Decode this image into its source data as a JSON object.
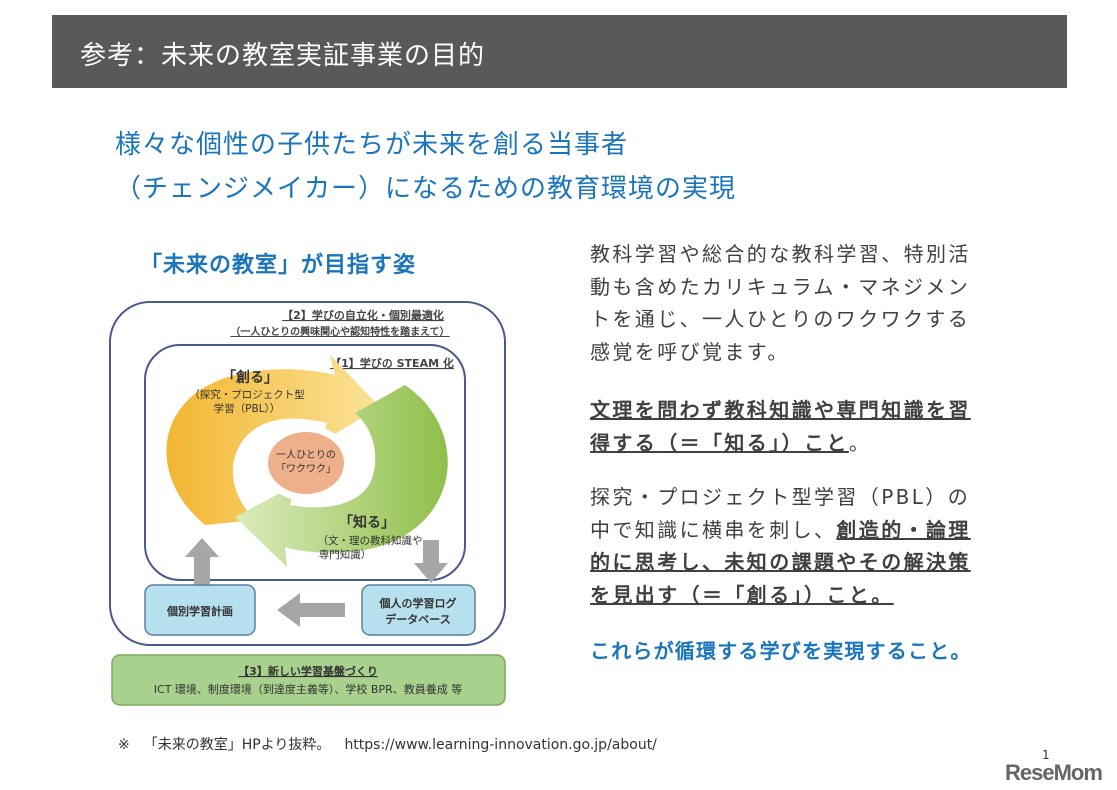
{
  "header": {
    "title": "参考：未来の教室実証事業の目的"
  },
  "subtitle": [
    "様々な個性の子供たちが未来を創る当事者",
    "（チェンジメイカー）になるための教育環境の実現"
  ],
  "diagram": {
    "title": "「未来の教室」が目指す姿",
    "outer_label": "【2】学びの自立化・個別最適化",
    "outer_sublabel": "（一人ひとりの興味関心や認知特性を踏まえて）",
    "inner_label": "【1】学びの STEAM 化",
    "create_title": "「創る」",
    "create_desc": [
      "（探究・プロジェクト型",
      "学習（PBL））"
    ],
    "center": [
      "一人ひとりの",
      "「ワクワク」"
    ],
    "know_title": "「知る」",
    "know_desc": [
      "（文・理の教科知識や",
      "専門知識）"
    ],
    "plan_box": "個別学習計画",
    "log_box": [
      "個人の学習ログ",
      "データベース"
    ],
    "base_label": "【3】新しい学習基盤づくり",
    "base_desc": "ICT 環境、制度環境（到達度主義等）、学校 BPR、教員養成 等"
  },
  "right": {
    "p1": "教科学習や総合的な教科学習、特別活動も含めたカリキュラム・マネジメントを通じ、一人ひとりのワクワクする感覚を呼び覚ます。",
    "p2_bold": "文理を問わず教科知識や専門知識を習得する（＝「知る」）こと",
    "p2_end": "。",
    "p3_plain": "探究・プロジェクト型学習（PBL）の中で知識に横串を刺し、",
    "p3_bold": "創造的・論理的に思考し、未知の課題やその解決策を見出す（＝「創る」）こと。",
    "p4": "これらが循環する学びを実現すること。"
  },
  "footer": {
    "mark": "※",
    "source": "「未来の教室」HPより抜粋。",
    "url": "https://www.learning-innovation.go.jp/about/"
  },
  "page_number": "1",
  "logo": "ReseMom"
}
